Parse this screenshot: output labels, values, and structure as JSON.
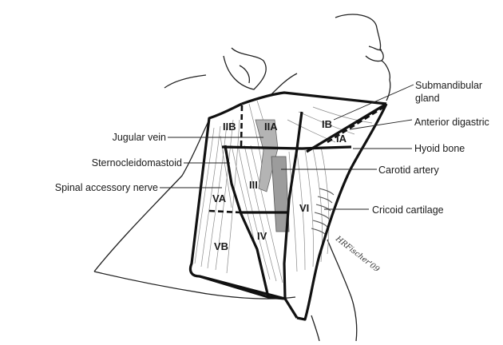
{
  "labels": {
    "submandibular_gland_1": "Submandibular",
    "submandibular_gland_2": "gland",
    "anterior_digastric": "Anterior digastric",
    "hyoid_bone": "Hyoid bone",
    "carotid_artery": "Carotid artery",
    "cricoid_cartilage": "Cricoid cartilage",
    "jugular_vein": "Jugular vein",
    "sternocleidomastoid": "Sternocleidomastoid",
    "spinal_accessory_nerve": "Spinal accessory nerve"
  },
  "levels": {
    "IA": "IA",
    "IB": "IB",
    "IIA": "IIA",
    "IIB": "IIB",
    "III": "III",
    "IV": "IV",
    "VA": "VA",
    "VB": "VB",
    "VI": "VI"
  },
  "signature": "HRFischer'09",
  "colors": {
    "outline": "#111111",
    "muscle_line": "#8a8a8a",
    "vessel_fill": "#9c9c9c"
  }
}
